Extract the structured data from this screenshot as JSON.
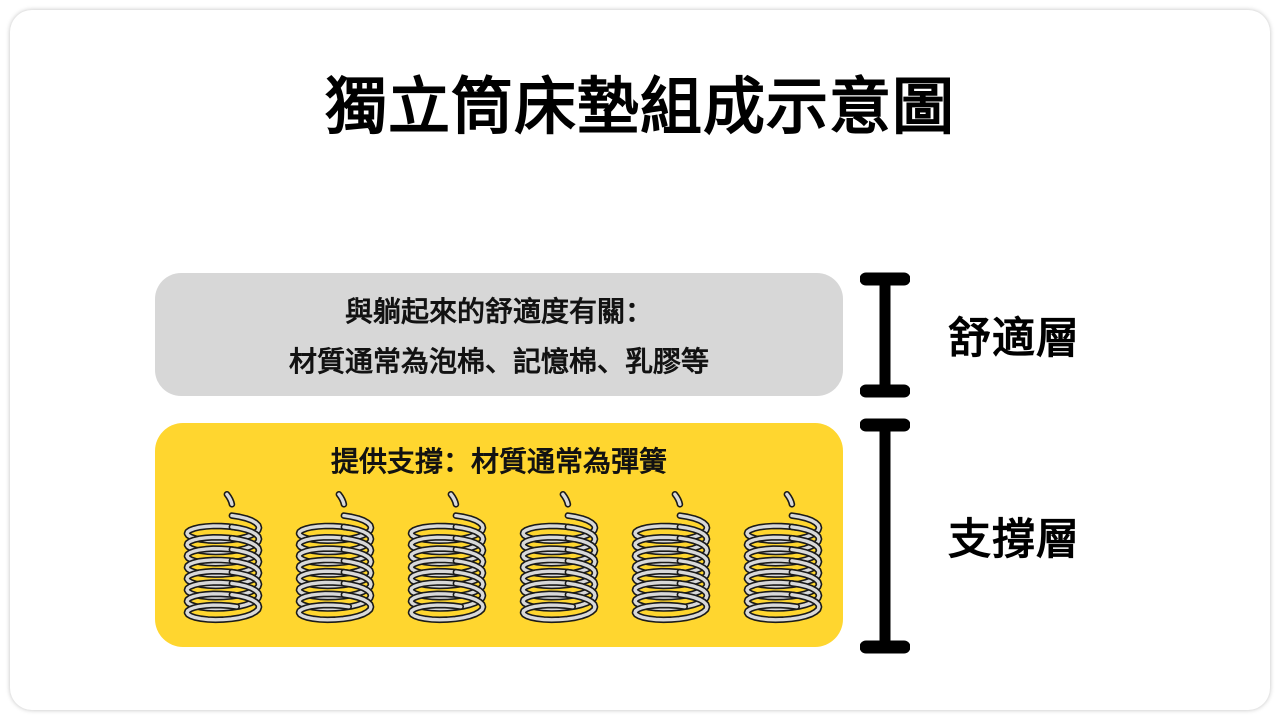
{
  "title": "獨立筒床墊組成示意圖",
  "comfort_layer": {
    "description_line1": "與躺起來的舒適度有關：",
    "description_line2": "材質通常為泡棉、記憶棉、乳膠等",
    "label": "舒適層"
  },
  "support_layer": {
    "heading": "提供支撐：材質通常為彈簧",
    "label": "支撐層",
    "spring_count": 6
  },
  "colors": {
    "comfort_box": "#D7D7D7",
    "support_box": "#FFD62F",
    "spring_coil": "#D9D9D9",
    "spring_outline": "#1A1A1A",
    "bracket": "#000000",
    "text": "#000000"
  }
}
